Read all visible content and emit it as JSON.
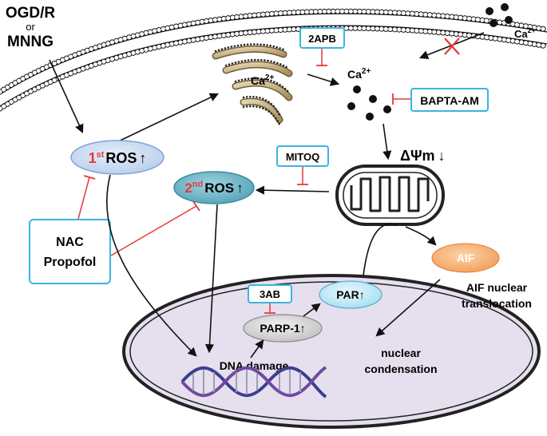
{
  "trigger": {
    "line1": "OGD/R",
    "line2": "or",
    "line3": "MNNG"
  },
  "ros1": {
    "ordinal": "1",
    "suffix": "st",
    "label": "ROS",
    "arrow": "↑"
  },
  "ros2": {
    "ordinal": "2",
    "suffix": "nd",
    "label": "ROS",
    "arrow": "↑"
  },
  "er": {
    "ion": "Ca",
    "charge": "2+"
  },
  "cytosol_calcium": {
    "ion": "Ca",
    "charge": "2+"
  },
  "extracellular_calcium": {
    "ion": "Ca",
    "charge": "2+"
  },
  "inhibitors": {
    "apb": "2APB",
    "bapta": "BAPTA-AM",
    "mitoq": "MITOQ",
    "ab3": "3AB",
    "nac_line1": "NAC",
    "nac_line2": "Propofol"
  },
  "mito_potential": {
    "label": "ΔΨm",
    "arrow": "↓"
  },
  "aif": {
    "label": "AIF",
    "translocation_line1": "AIF nuclear",
    "translocation_line2": "translocation"
  },
  "nucleus": {
    "par": "PAR↑",
    "parp": "PARP-1↑",
    "dna_damage": "DNA damage",
    "condensation_line1": "nuclear",
    "condensation_line2": "condensation"
  },
  "colors": {
    "inhibitor_border": "#3ab5e0",
    "inhibit_line": "#e53935",
    "ros1_fill": "#c9d9f2",
    "ros2_fill": "#6fb7c9",
    "aif_fill": "#f7b074",
    "nucleus_fill": "#e6dfee",
    "er_fill": "#c8b48a"
  }
}
